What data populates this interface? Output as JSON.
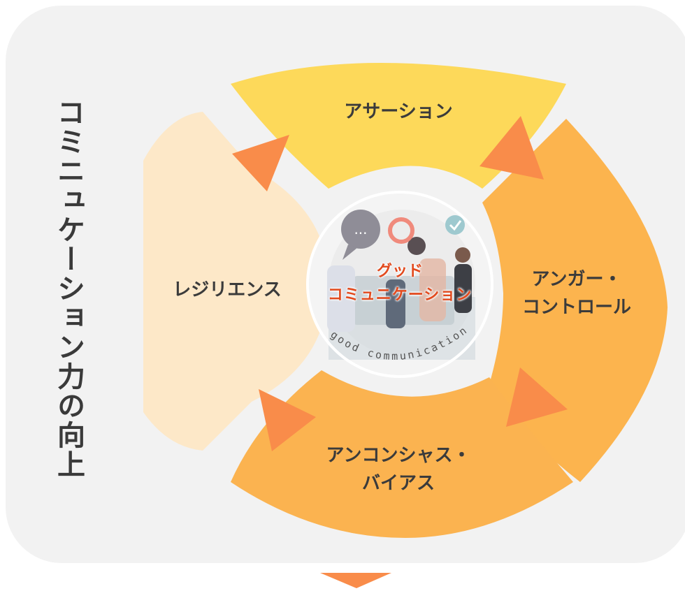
{
  "diagram": {
    "side_title": "コミニュケーション力の向上",
    "segments": {
      "top": "アサーション",
      "right_line1": "アンガー・",
      "right_line2": "コントロール",
      "bottom_line1": "アンコンシャス・",
      "bottom_line2": "バイアス",
      "left": "レジリエンス"
    },
    "center": {
      "title_line1": "グッド",
      "title_line2": "コミュニケーション",
      "arc_text": "good communication",
      "chat_bubble": "..."
    },
    "colors": {
      "panel": "#f2f2f2",
      "top": "#fdd95a",
      "right": "#fcb44e",
      "bottom": "#fbb350",
      "left": "#fde8c8",
      "arrow": "#f98c4a"
    }
  }
}
